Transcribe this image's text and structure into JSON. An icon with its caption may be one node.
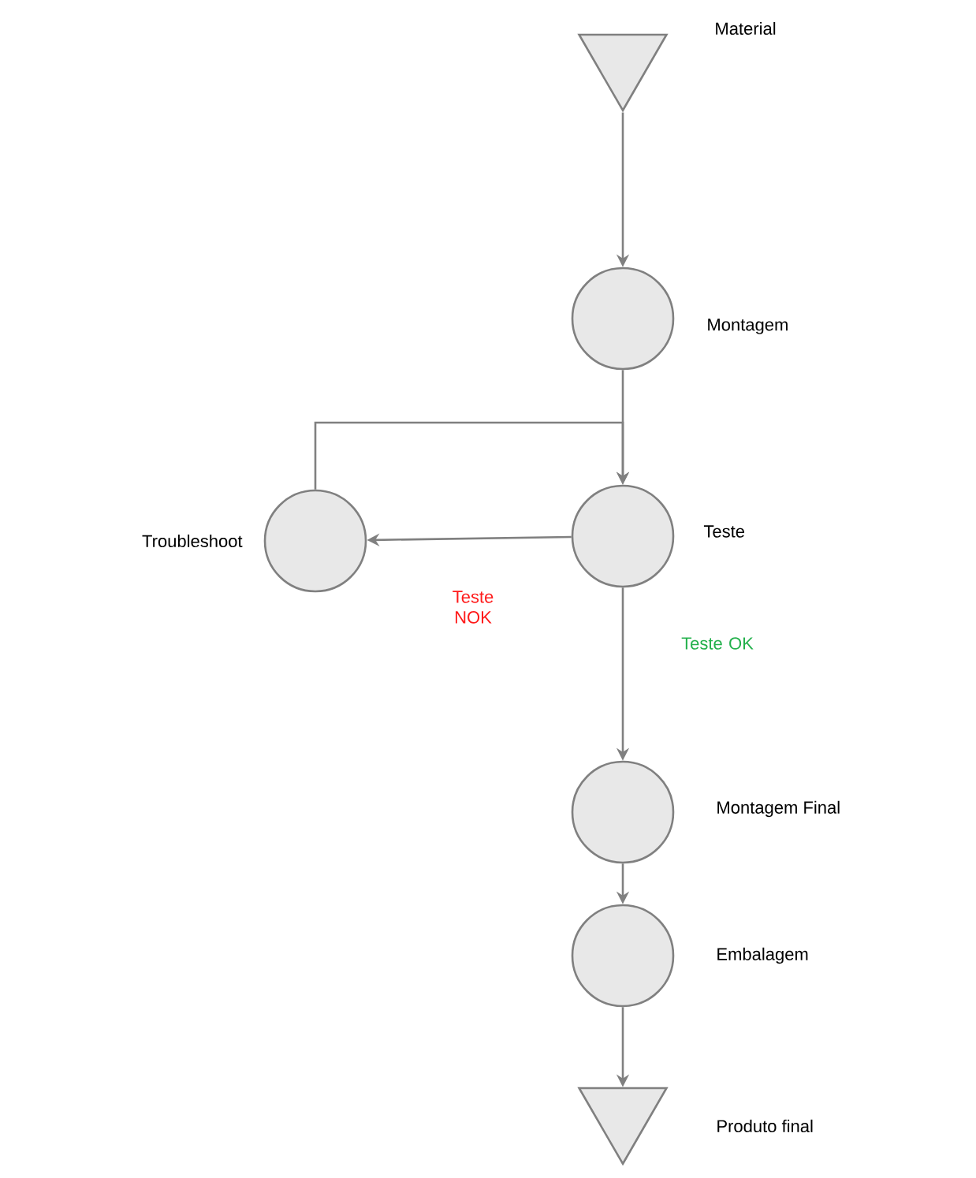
{
  "diagram": {
    "nodes": [
      {
        "text": [],
        "shape": "triangle",
        "beside": [
          "Material"
        ]
      },
      {
        "text": [],
        "shape": "circle",
        "beside": [
          "Montagem"
        ]
      },
      {
        "text": [],
        "shape": "circle",
        "beside": [
          "Teste"
        ]
      },
      {
        "text": [],
        "shape": "circle",
        "beside": [
          "Troubleshoot"
        ]
      },
      {
        "text": [],
        "shape": "circle",
        "beside": [
          "Montagem Final"
        ]
      },
      {
        "text": [],
        "shape": "circle",
        "beside": [
          "Embalagem"
        ]
      },
      {
        "text": [],
        "shape": "triangle",
        "beside": [
          "Produto final"
        ]
      }
    ],
    "edges": [
      {
        "from": 0,
        "to": 1,
        "arrow": "to"
      },
      {
        "from": 1,
        "to": 2,
        "arrow": "to"
      },
      {
        "from": 2,
        "to": 3,
        "arrow": "to",
        "label": "Teste NOK"
      },
      {
        "from": 3,
        "to": 2,
        "arrow": "to"
      },
      {
        "from": 2,
        "to": 4,
        "arrow": "to",
        "label": "Teste OK"
      },
      {
        "from": 4,
        "to": 5,
        "arrow": "to"
      },
      {
        "from": 5,
        "to": 6,
        "arrow": "to"
      }
    ]
  }
}
